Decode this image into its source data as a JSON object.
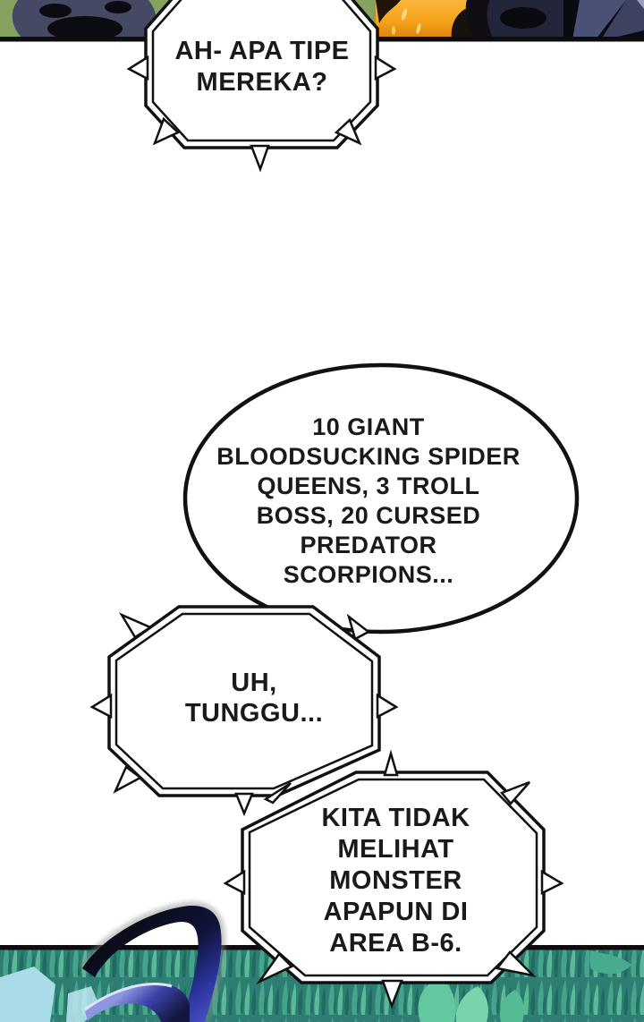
{
  "page": {
    "kind": "manhwa-comic-page",
    "background": "#ffffff"
  },
  "bubbles": {
    "question": {
      "shape": "spiked-octagon",
      "text": "AH- APA TIPE\nMEREKA?"
    },
    "answer": {
      "shape": "ellipse",
      "text": "10 GIANT\nBLOODSUCKING SPIDER\nQUEENS, 3 TROLL\nBOSS, 20 CURSED\nPREDATOR\nSCORPIONS..."
    },
    "wait": {
      "shape": "spiked-octagon",
      "text": "UH,\nTUNGGU..."
    },
    "report": {
      "shape": "spiked-octagon",
      "text": "KITA TIDAK\nMELIHAT\nMONSTER\nAPAPUN DI\nAREA B-6."
    }
  },
  "ink": {
    "outline": "#111111",
    "bubble_fill": "#ffffff",
    "text_color": "#1a1a1a"
  },
  "top_panel_art": {
    "description": "dark rocks and figure silhouettes against green foliage and orange firelight",
    "foliage_green": "#85a35f",
    "rock_blue_gray": "#454963",
    "fire_orange": "#f6a21b",
    "fire_highlight": "#ffd77a",
    "slab_blue": "#4a5174",
    "shadow_black": "#0b0b12",
    "border_black": "#0d0d0d"
  },
  "bottom_panel_art": {
    "description": "teal grass field with pale blue patches and a black-to-blue brush slash",
    "grass_base": "#2e7e73",
    "grass_blade_light": "#5ab997",
    "grass_blade_mid": "#45a58c",
    "grass_blade_dark": "#1f6a61",
    "water_patch_blue": "#a9dbe8",
    "slash_black": "#0a0a0e",
    "slash_blue": "#4950c5",
    "border_black": "#0d0d0d"
  }
}
